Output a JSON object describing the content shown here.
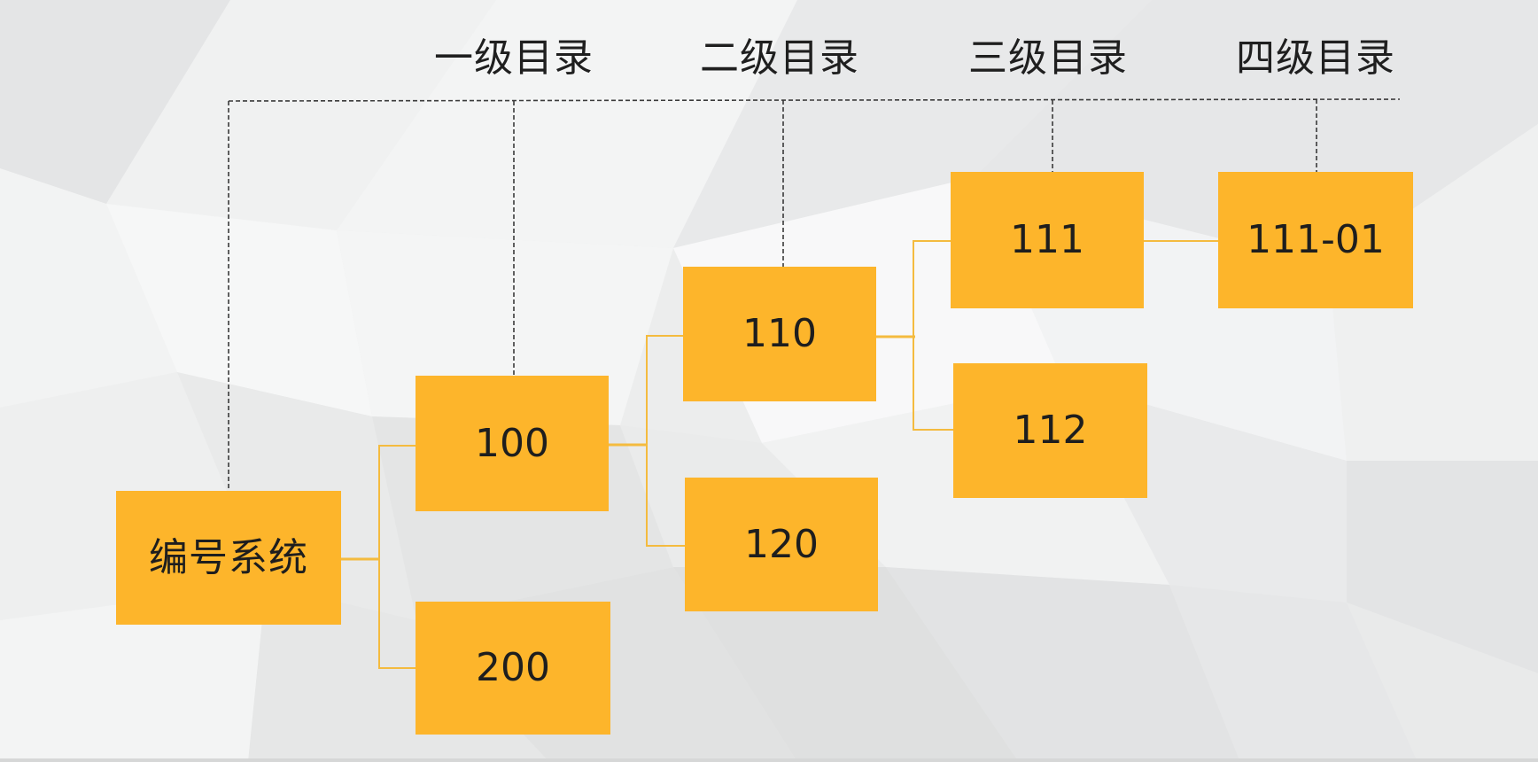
{
  "diagram": {
    "type": "hierarchy-tree",
    "colors": {
      "node_fill": "#FDB52B",
      "connector": "#F4BB3F",
      "guide_line": "#3a3a3a",
      "text": "#1E1E1E",
      "background": "#ECEDED"
    },
    "level_headers": [
      {
        "id": "level-1",
        "label": "一级目录"
      },
      {
        "id": "level-2",
        "label": "二级目录"
      },
      {
        "id": "level-3",
        "label": "三级目录"
      },
      {
        "id": "level-4",
        "label": "四级目录"
      }
    ],
    "nodes": {
      "root": {
        "label": "编号系统",
        "level": 0
      },
      "n100": {
        "label": "100",
        "level": 1,
        "parent": "root"
      },
      "n200": {
        "label": "200",
        "level": 1,
        "parent": "root"
      },
      "n110": {
        "label": "110",
        "level": 2,
        "parent": "n100"
      },
      "n120": {
        "label": "120",
        "level": 2,
        "parent": "n100"
      },
      "n111": {
        "label": "111",
        "level": 3,
        "parent": "n110"
      },
      "n112": {
        "label": "112",
        "level": 3,
        "parent": "n110"
      },
      "n111_01": {
        "label": "111-01",
        "level": 4,
        "parent": "n111"
      }
    },
    "edges": [
      [
        "root",
        "n100"
      ],
      [
        "root",
        "n200"
      ],
      [
        "n100",
        "n110"
      ],
      [
        "n100",
        "n120"
      ],
      [
        "n110",
        "n111"
      ],
      [
        "n110",
        "n112"
      ],
      [
        "n111",
        "n111_01"
      ]
    ]
  }
}
